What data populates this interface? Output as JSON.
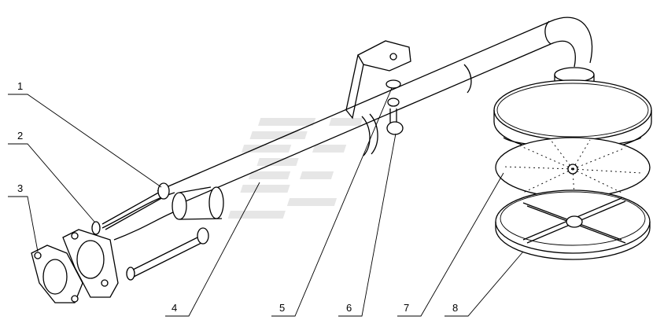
{
  "diagram": {
    "callouts": [
      {
        "id": "1",
        "label": "1"
      },
      {
        "id": "2",
        "label": "2"
      },
      {
        "id": "3",
        "label": "3"
      },
      {
        "id": "4",
        "label": "4"
      },
      {
        "id": "5",
        "label": "5"
      },
      {
        "id": "6",
        "label": "6"
      },
      {
        "id": "7",
        "label": "7"
      },
      {
        "id": "8",
        "label": "8"
      }
    ],
    "colors": {
      "line": "#000000",
      "background": "#ffffff",
      "watermark": "#e6e6e6"
    }
  }
}
